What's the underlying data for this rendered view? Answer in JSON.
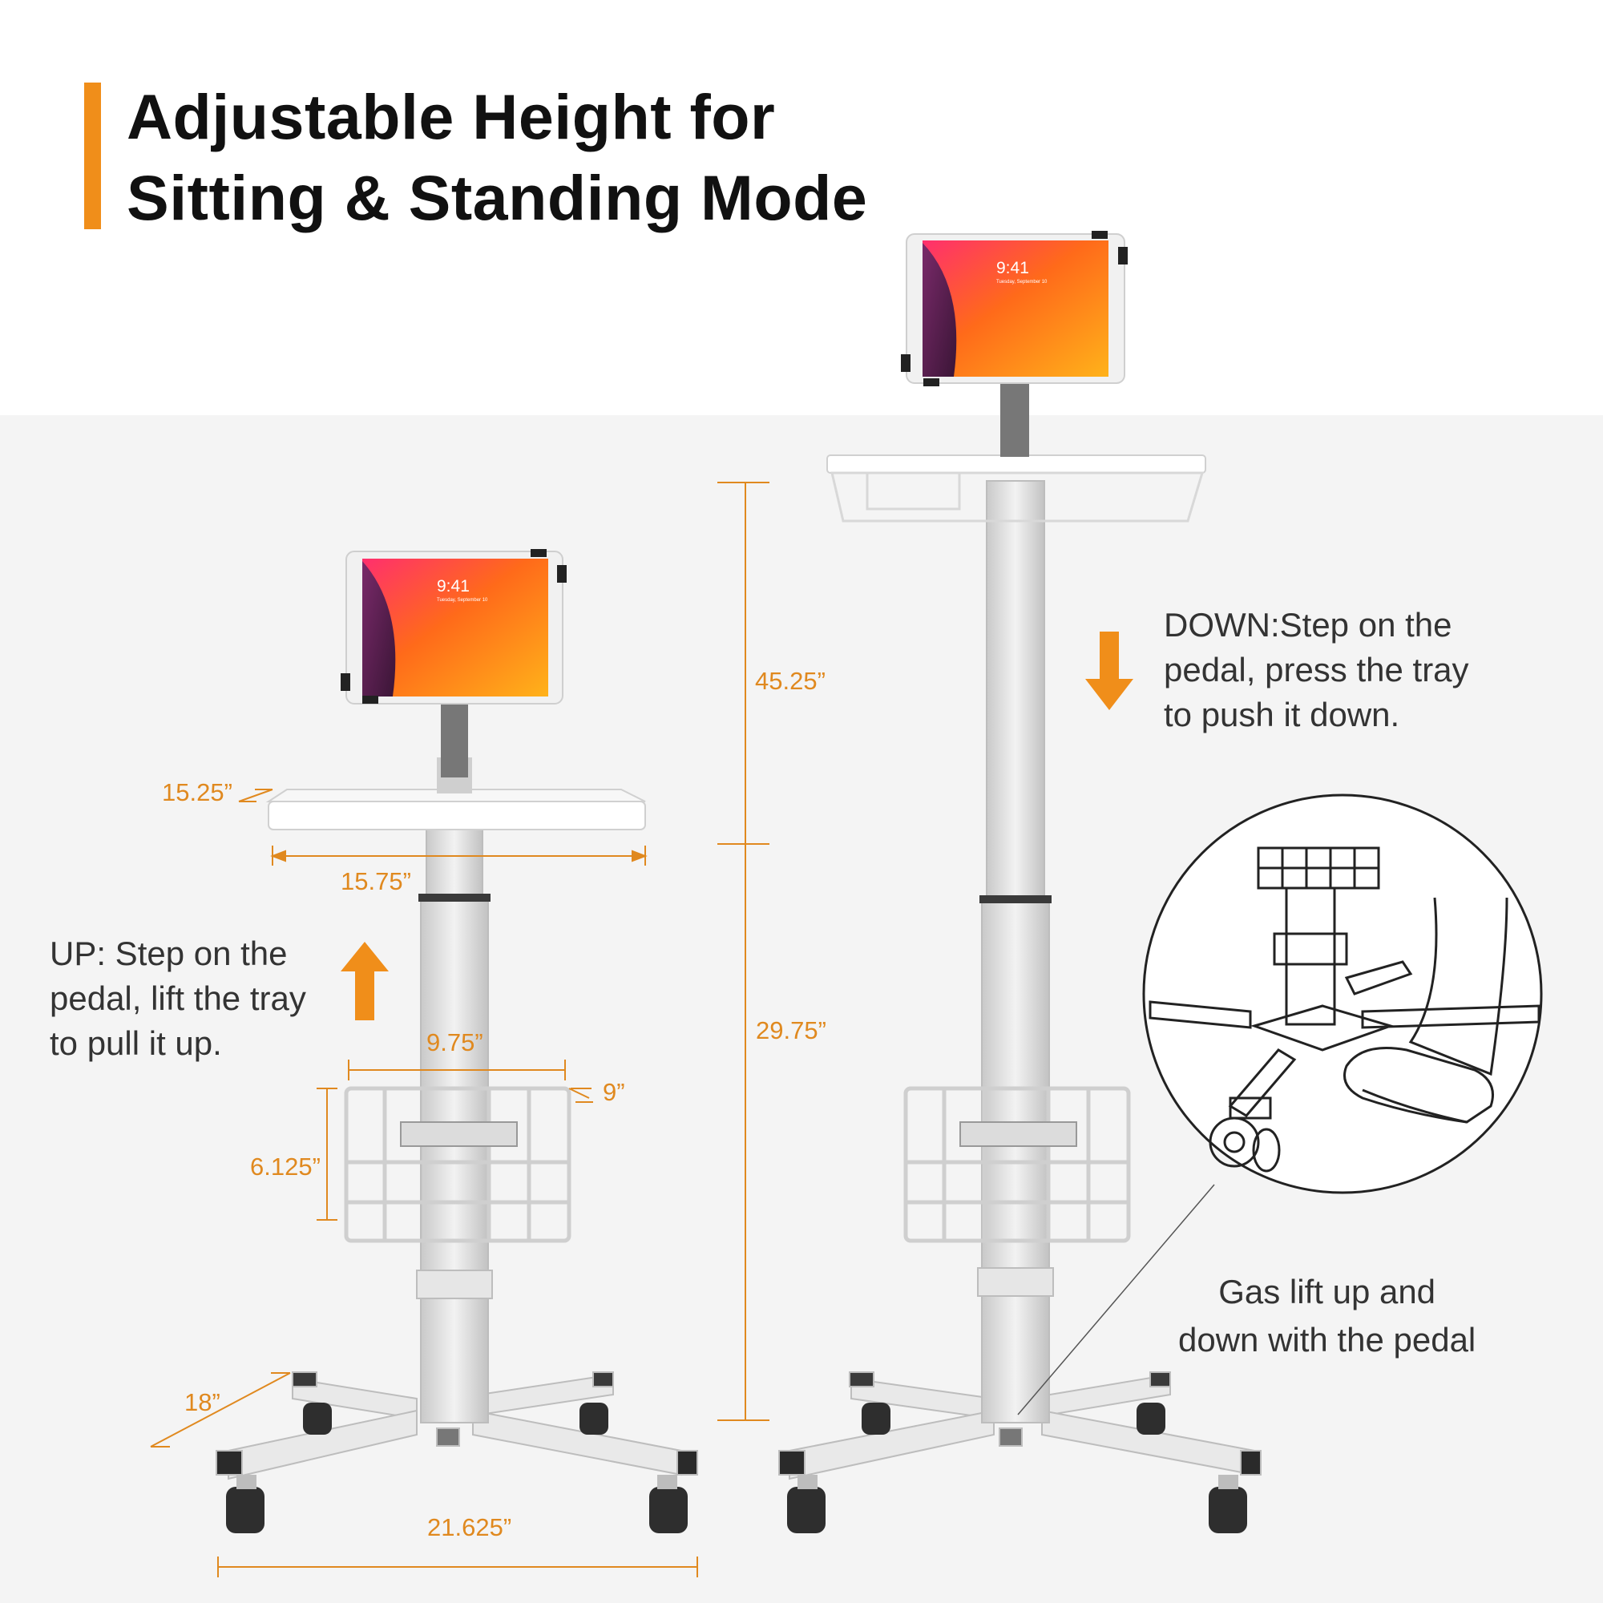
{
  "heading": {
    "line1": "Adjustable Height for",
    "line2": "Sitting & Standing Mode"
  },
  "colors": {
    "accent": "#F08E1A",
    "dimension": "#E0891F",
    "panel": "#F4F4F4",
    "text": "#333333"
  },
  "instructions": {
    "up": [
      "UP: Step on the",
      "pedal, lift the tray",
      "to pull it up."
    ],
    "down": [
      "DOWN:Step on the",
      "pedal, press the tray",
      "to push it down."
    ],
    "gas_lift": [
      "Gas lift up and",
      "down with the pedal"
    ]
  },
  "dimensions": {
    "tray_depth": "15.25”",
    "tray_width": "15.75”",
    "basket_width": "9.75”",
    "basket_depth": "9”",
    "basket_height": "6.125”",
    "base_depth": "18”",
    "base_width": "21.625”",
    "upper_height": "45.25”",
    "lower_height": "29.75”"
  },
  "tablet": {
    "clock": "9:41",
    "date": "Tuesday, September 10"
  },
  "icons": {
    "up": "arrow-up-icon",
    "down": "arrow-down-icon"
  }
}
